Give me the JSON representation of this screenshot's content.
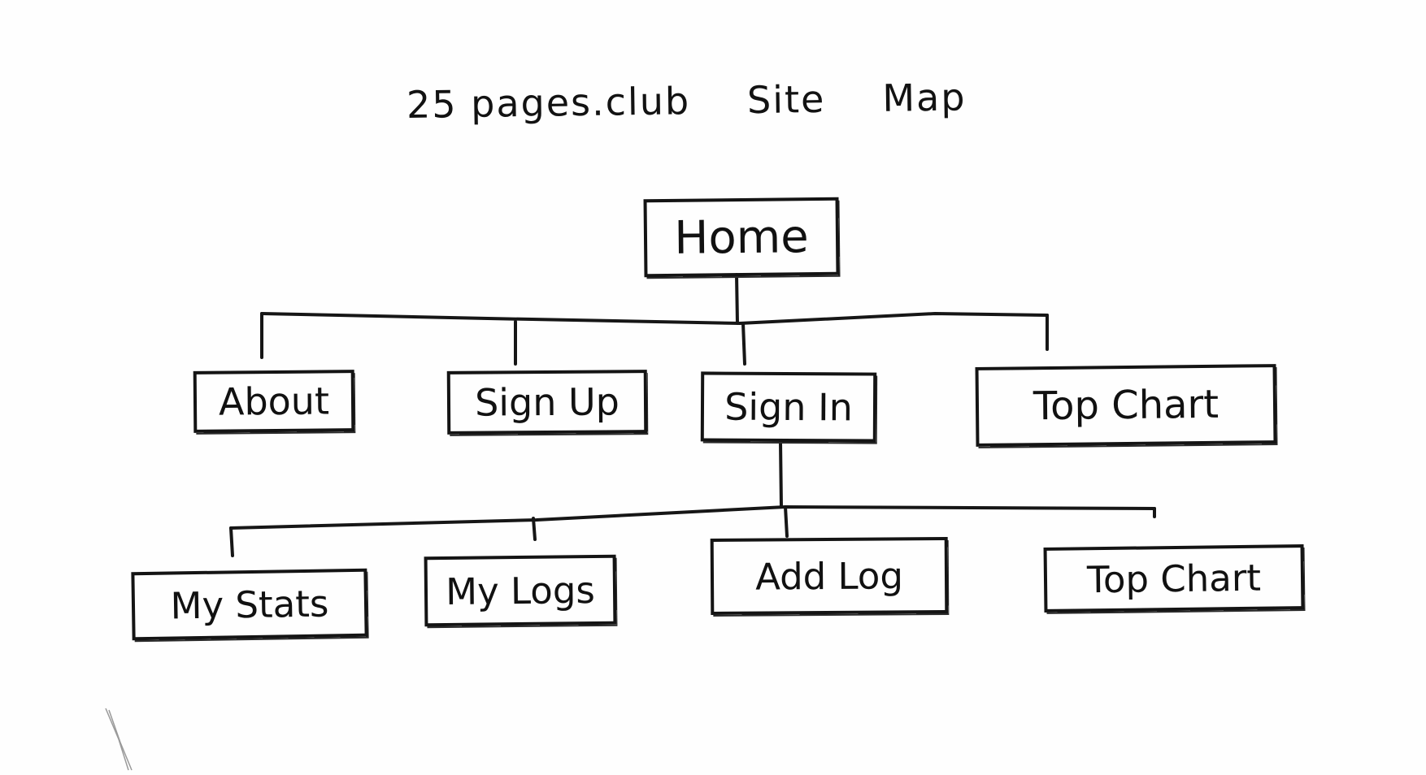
{
  "title": {
    "part1": "25 pages.club",
    "part2": "Site",
    "part3": "Map"
  },
  "nodes": {
    "home": "Home",
    "about": "About",
    "sign_up": "Sign Up",
    "sign_in": "Sign In",
    "top_chart": "Top Chart",
    "my_stats": "My Stats",
    "my_logs": "My Logs",
    "add_log": "Add Log",
    "top_chart_2": "Top Chart"
  },
  "colors": {
    "ink": "#111111",
    "paper": "#fefefe"
  }
}
